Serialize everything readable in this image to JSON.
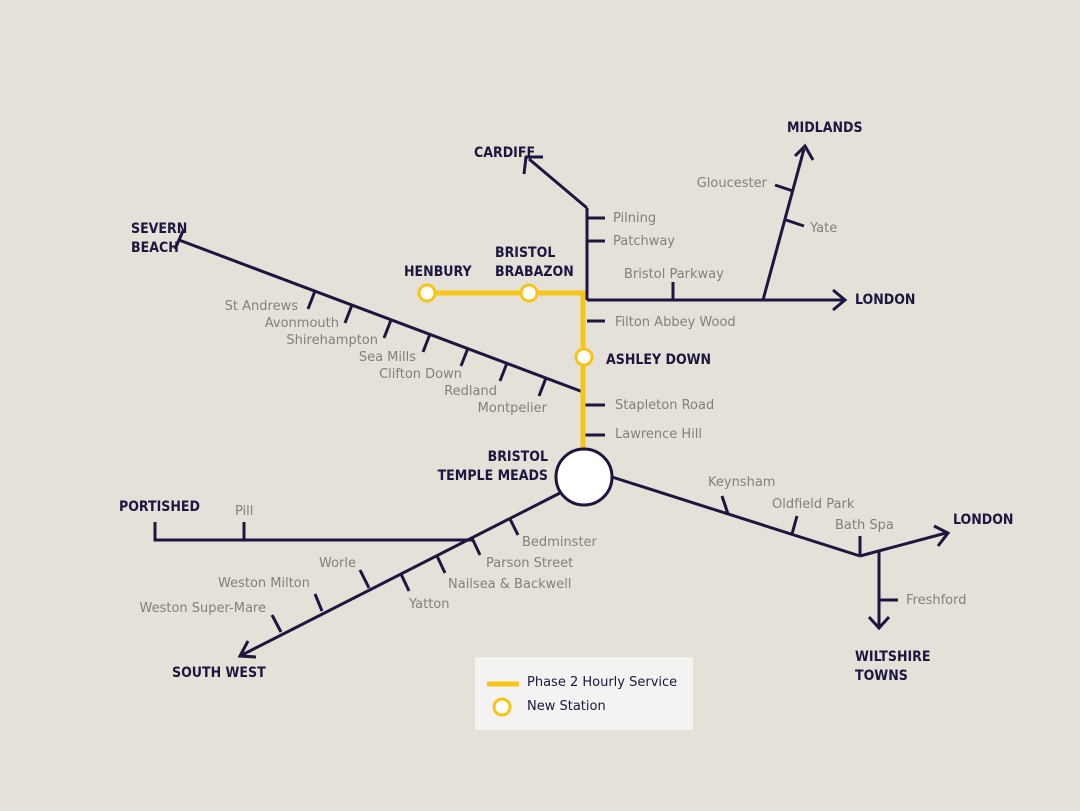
{
  "colors": {
    "track": "#1c1640",
    "new_service": "#f5c518",
    "background": "#e6e1d8",
    "station_text": "#857f78"
  },
  "destinations": {
    "cardiff": "CARDIFF",
    "midlands": "MIDLANDS",
    "severn_beach": [
      "SEVERN",
      "BEACH"
    ],
    "henbury": "HENBURY",
    "bristol_brabazon": [
      "BRISTOL",
      "BRABAZON"
    ],
    "london_north": "LONDON",
    "ashley_down": "ASHLEY DOWN",
    "bristol_temple_meads": [
      "BRISTOL",
      "TEMPLE MEADS"
    ],
    "portished": "PORTISHED",
    "london_east": "LONDON",
    "wiltshire_towns": [
      "WILTSHIRE",
      "TOWNS"
    ],
    "south_west": "SOUTH WEST"
  },
  "stations": {
    "gloucester": "Gloucester",
    "yate": "Yate",
    "pilning": "Pilning",
    "patchway": "Patchway",
    "bristol_parkway": "Bristol Parkway",
    "filton_abbey_wood": "Filton Abbey Wood",
    "st_andrews": "St Andrews",
    "avonmouth": "Avonmouth",
    "shirehampton": "Shirehampton",
    "sea_mills": "Sea Mills",
    "clifton_down": "Clifton Down",
    "redland": "Redland",
    "montpelier": "Montpelier",
    "stapleton_road": "Stapleton Road",
    "lawrence_hill": "Lawrence Hill",
    "keynsham": "Keynsham",
    "oldfield_park": "Oldfield Park",
    "bath_spa": "Bath Spa",
    "freshford": "Freshford",
    "pill": "Pill",
    "bedminster": "Bedminster",
    "parson_street": "Parson Street",
    "nailsea_backwell": "Nailsea & Backwell",
    "worle": "Worle",
    "weston_milton": "Weston Milton",
    "yatton": "Yatton",
    "weston_super_mare": "Weston Super-Mare"
  },
  "legend": {
    "service_label": "Phase 2 Hourly Service",
    "station_label": "New Station"
  }
}
